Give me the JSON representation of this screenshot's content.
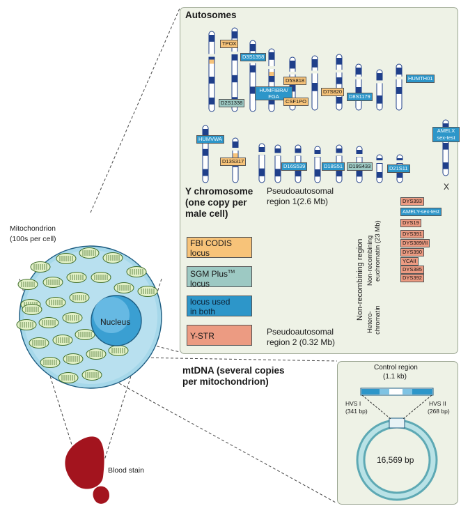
{
  "autosomes": {
    "title": "Autosomes",
    "loci": [
      {
        "name": "TPOX",
        "type": "fbi"
      },
      {
        "name": "D3S1358",
        "type": "both"
      },
      {
        "name": "HUMFIBRA/ FGA",
        "type": "both"
      },
      {
        "name": "D2S1338",
        "type": "sgm"
      },
      {
        "name": "D5S818",
        "type": "fbi"
      },
      {
        "name": "CSF1PO",
        "type": "fbi"
      },
      {
        "name": "D7S820",
        "type": "fbi"
      },
      {
        "name": "D8S1179",
        "type": "both"
      },
      {
        "name": "HUMTH01",
        "type": "both"
      },
      {
        "name": "HUMVWA",
        "type": "both"
      },
      {
        "name": "D13S317",
        "type": "fbi"
      },
      {
        "name": "D16S539",
        "type": "both"
      },
      {
        "name": "D18S51",
        "type": "both"
      },
      {
        "name": "D19S433",
        "type": "sgm"
      },
      {
        "name": "D21S11",
        "type": "both"
      },
      {
        "name": "AMELX sex-test",
        "type": "both"
      }
    ],
    "x_label": "X"
  },
  "y_chromosome": {
    "title_line1": "Y chromosome",
    "title_line2": "(one copy per",
    "title_line3": "male cell)",
    "par1_line1": "Pseudoautosomal",
    "par1_line2": "region 1(2.6 Mb)",
    "par2_line1": "Pseudoautosomal",
    "par2_line2": "region 2 (0.32 Mb)",
    "nonrecombining": "Non-recombining region",
    "euchromatin_line1": "Non-recombining",
    "euchromatin_line2": "euchromatin (23 Mb)",
    "hetero_line1": "Hetero-",
    "hetero_line2": "chromatin",
    "loci": [
      {
        "name": "DYS393",
        "type": "ystr"
      },
      {
        "name": "AMELY-sex-test",
        "type": "both"
      },
      {
        "name": "DYS19",
        "type": "ystr"
      },
      {
        "name": "DYS391",
        "type": "ystr"
      },
      {
        "name": "DYS389I/II",
        "type": "ystr"
      },
      {
        "name": "DYS390",
        "type": "ystr"
      },
      {
        "name": "YCAII",
        "type": "ystr"
      },
      {
        "name": "DYS385",
        "type": "ystr"
      },
      {
        "name": "DYS392",
        "type": "ystr"
      }
    ]
  },
  "legend": {
    "fbi_line1": "FBI CODIS",
    "fbi_line2": "locus",
    "sgm_line1": "SGM Plus",
    "sgm_tm": "TM",
    "sgm_line2": "locus",
    "both_line1": "locus used",
    "both_line2": "in both",
    "ystr": "Y-STR"
  },
  "cell": {
    "mito_line1": "Mitochondrion",
    "mito_line2": "(100s per cell)",
    "nucleus": "Nucleus",
    "blood": "Blood stain"
  },
  "mtdna": {
    "title_line1": "mtDNA (several copies",
    "title_line2": "per mitochondrion)",
    "control_line1": "Control region",
    "control_line2": "(1.1 kb)",
    "hvs1_line1": "HVS I",
    "hvs1_line2": "(341 bp)",
    "hvs2_line1": "HVS II",
    "hvs2_line2": "(268 bp)",
    "size": "16,569 bp"
  },
  "colors": {
    "fbi": "#f7c379",
    "sgm": "#9dc9c3",
    "both": "#2d96c9",
    "ystr": "#ec9b82",
    "chromosome": "#1f3f8a",
    "panel": "#eef2e6",
    "blood": "#a3141e",
    "cell": "#9fd3e6"
  }
}
